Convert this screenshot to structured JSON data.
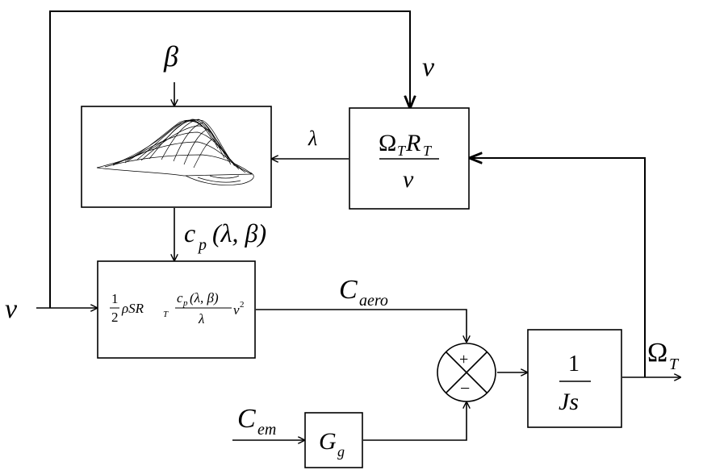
{
  "labels": {
    "beta": "β",
    "v_top": "v",
    "lambda": "λ",
    "cp": "c",
    "cp_sub": "p",
    "cp_args": "(λ, β)",
    "v_left": "v",
    "c_aero": "C",
    "c_aero_sub": "aero",
    "omega_out": "Ω",
    "omega_out_sub": "T",
    "c_em": "C",
    "c_em_sub": "em"
  },
  "blocks": {
    "lambda_block": {
      "num_omega": "Ω",
      "num_omega_sub": "T",
      "num_r": "R",
      "num_r_sub": "T",
      "den": "v"
    },
    "power_block": {
      "half_num": "1",
      "half_den": "2",
      "rho_s_r": "ρSR",
      "rho_s_r_sub": "T",
      "frac_num_c": "c",
      "frac_num_sub": "p",
      "frac_num_args": "(λ, β)",
      "frac_den": "λ",
      "v": "v",
      "v_exp": "2"
    },
    "integrator_block": {
      "num": "1",
      "den": "Js"
    },
    "gain_block": {
      "g": "G",
      "g_sub": "g"
    },
    "summing_junction": {
      "plus": "+",
      "minus": "−"
    }
  },
  "colors": {
    "line": "#000000",
    "background": "#ffffff"
  }
}
